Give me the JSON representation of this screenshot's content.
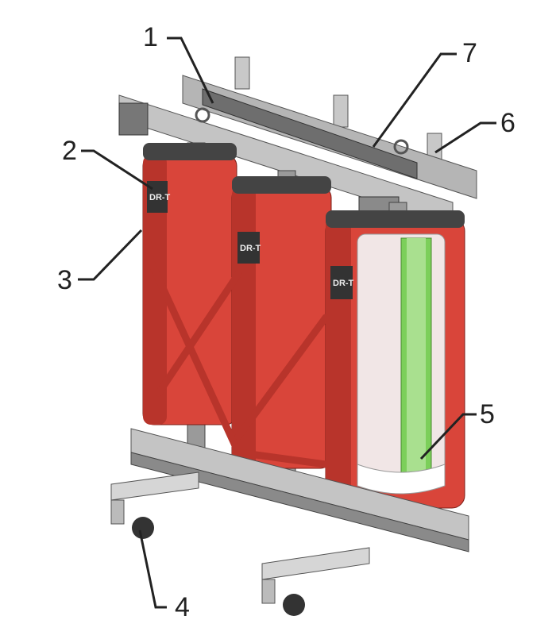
{
  "diagram": {
    "nameplate_text": "DR-T",
    "callouts": [
      {
        "id": "1",
        "label": "1"
      },
      {
        "id": "2",
        "label": "2"
      },
      {
        "id": "3",
        "label": "3"
      },
      {
        "id": "4",
        "label": "4"
      },
      {
        "id": "5",
        "label": "5"
      },
      {
        "id": "6",
        "label": "6"
      },
      {
        "id": "7",
        "label": "7"
      }
    ],
    "colors": {
      "coil": "#d9453a",
      "coil_dark": "#b8342b",
      "frame": "#b9b9b9",
      "frame_dark": "#7a7a7a",
      "winding": "#7ccf5a",
      "line": "#222222"
    }
  }
}
